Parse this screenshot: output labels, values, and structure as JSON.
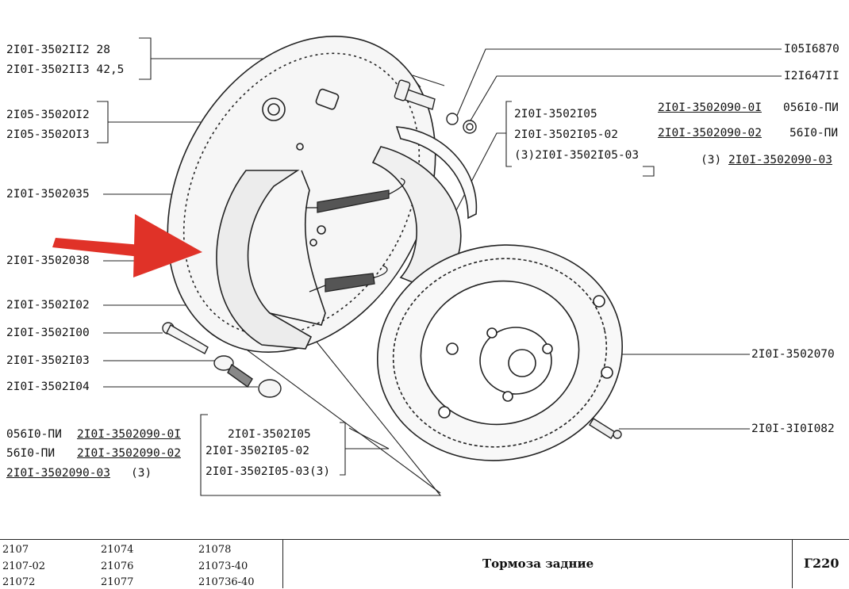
{
  "labels": {
    "l1a": "2I0I-3502II2 28",
    "l1b": "2I0I-3502II3 42,5",
    "l2a": "2I05-3502OI2",
    "l2b": "2I05-3502OI3",
    "l3": "2I0I-3502035",
    "l4": "2I0I-3502038",
    "l5": "2I0I-3502I02",
    "l6": "2I0I-3502I00",
    "l7": "2I0I-3502I03",
    "l8": "2I0I-3502I04",
    "bl1_prefix": "056I0-ПИ",
    "bl1_code": "2I0I-3502090-0I",
    "bl2_prefix": "56I0-ПИ",
    "bl2_code": "2I0I-3502090-02",
    "bl3_code": "2I0I-3502090-03",
    "bl3_suffix": "(З)",
    "bm1": "2I0I-3502I05",
    "bm2": "2I0I-3502I05-02",
    "bm3": "2I0I-3502I05-03(З)",
    "r1": "I05I6870",
    "r2": "I2I647II",
    "rm1": "2I0I-3502I05",
    "rm2": "2I0I-3502I05-02",
    "rm3": "(З)2I0I-3502I05-03",
    "rr1_code": "2I0I-3502090-0I",
    "rr1_suffix": "056I0-ПИ",
    "rr2_code": "2I0I-3502090-02",
    "rr2_suffix": "56I0-ПИ",
    "rr3_prefix": "(З)",
    "rr3_code": "2I0I-3502090-03",
    "drum": "2I0I-3502070",
    "bleeder": "2I0I-3I0I082"
  },
  "footer": {
    "models": [
      [
        "2107",
        "21074",
        "21078"
      ],
      [
        "2107-02",
        "21076",
        "21073-40"
      ],
      [
        "21072",
        "21077",
        "210736-40"
      ]
    ],
    "title": "Тормоза задние",
    "code": "Г220"
  },
  "colors": {
    "ink": "#111111",
    "arrow": "#e03228",
    "paper": "#ffffff"
  }
}
